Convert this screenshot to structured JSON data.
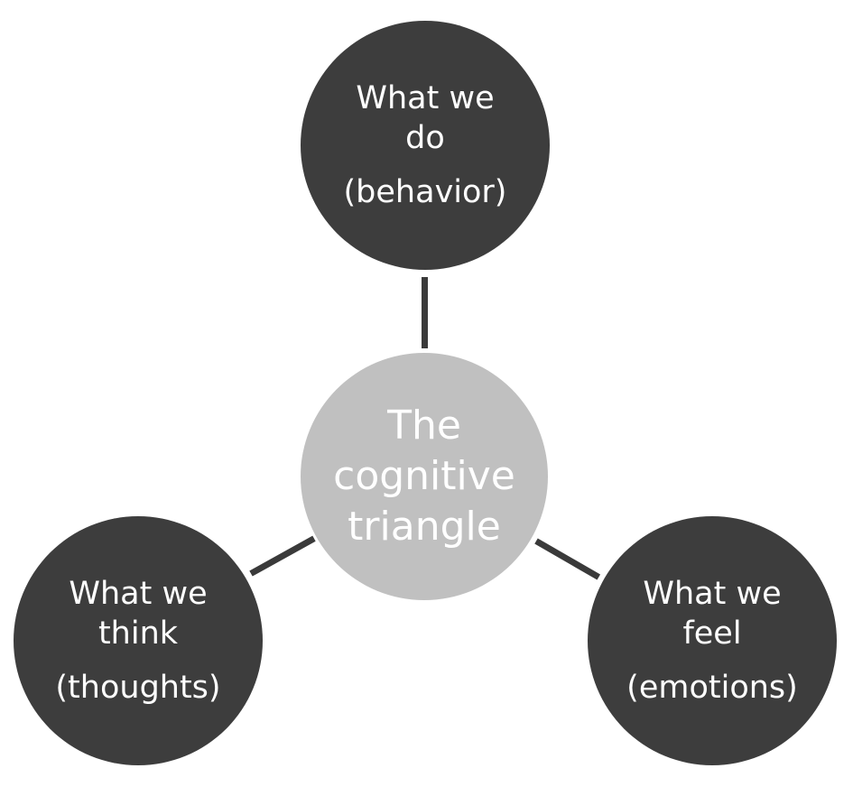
{
  "diagram": {
    "center": {
      "lines": [
        "The",
        "cognitive",
        "triangle"
      ]
    },
    "nodes": {
      "top": {
        "lines": [
          "What we",
          "do"
        ],
        "sub": "(behavior)"
      },
      "left": {
        "lines": [
          "What we",
          "think"
        ],
        "sub": "(thoughts)"
      },
      "right": {
        "lines": [
          "What we",
          "feel"
        ],
        "sub": "(emotions)"
      }
    }
  },
  "colors": {
    "outer_node_fill": "#3d3d3d",
    "center_node_fill": "#c0c0c0",
    "connector": "#3a3a3a",
    "text": "#ffffff"
  }
}
